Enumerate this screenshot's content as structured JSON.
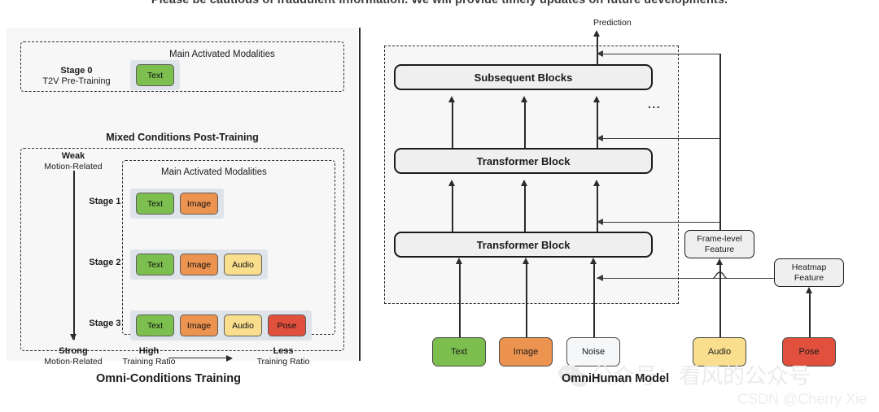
{
  "header": {
    "notice": "Please be cautious of fraudulent information. We will provide timely updates on future developments."
  },
  "left_panel": {
    "caption": "Omni-Conditions Training",
    "mixed_title": "Mixed Conditions Post-Training",
    "modalities_label_top": "Main Activated Modalities",
    "modalities_label_bottom": "Main Activated Modalities",
    "stage0": {
      "name": "Stage 0",
      "subtitle": "T2V Pre-Training",
      "chips": [
        {
          "label": "Text",
          "color": "#7cbf4e"
        }
      ]
    },
    "axis": {
      "weak_bold": "Weak",
      "weak_sub": "Motion-Related",
      "strong_bold": "Strong",
      "strong_sub": "Motion-Related",
      "high_bold": "High",
      "high_sub": "Training Ratio",
      "less_bold": "Less",
      "less_sub": "Training Ratio"
    },
    "stages": [
      {
        "name": "Stage 1",
        "chips": [
          {
            "label": "Text",
            "color": "#7cbf4e"
          },
          {
            "label": "Image",
            "color": "#ed9350"
          }
        ]
      },
      {
        "name": "Stage 2",
        "chips": [
          {
            "label": "Text",
            "color": "#7cbf4e"
          },
          {
            "label": "Image",
            "color": "#ed9350"
          },
          {
            "label": "Audio",
            "color": "#f8de8d"
          }
        ]
      },
      {
        "name": "Stage 3",
        "chips": [
          {
            "label": "Text",
            "color": "#7cbf4e"
          },
          {
            "label": "Image",
            "color": "#ed9350"
          },
          {
            "label": "Audio",
            "color": "#f8de8d"
          },
          {
            "label": "Pose",
            "color": "#e0503c"
          }
        ]
      }
    ]
  },
  "right_panel": {
    "caption": "OmniHuman Model",
    "prediction_label": "Prediction",
    "ellipsis": "...",
    "blocks": [
      {
        "label": "Subsequent Blocks"
      },
      {
        "label": "Transformer Block"
      },
      {
        "label": "Transformer Block"
      }
    ],
    "features": [
      {
        "label": "Frame-level\nFeature",
        "line1": "Frame-level",
        "line2": "Feature"
      },
      {
        "label": "Heatmap\nFeature",
        "line1": "Heatmap",
        "line2": "Feature"
      }
    ],
    "inputs": [
      {
        "label": "Text",
        "color": "#7cbf4e"
      },
      {
        "label": "Image",
        "color": "#ed9350"
      },
      {
        "label": "Noise",
        "color": "#f6f7f9"
      },
      {
        "label": "Audio",
        "color": "#f8de8d"
      },
      {
        "label": "Pose",
        "color": "#e0503c"
      }
    ]
  },
  "watermarks": {
    "wechat": "公众号：看风的公众号",
    "csdn": "CSDN @Cherry Xie"
  }
}
